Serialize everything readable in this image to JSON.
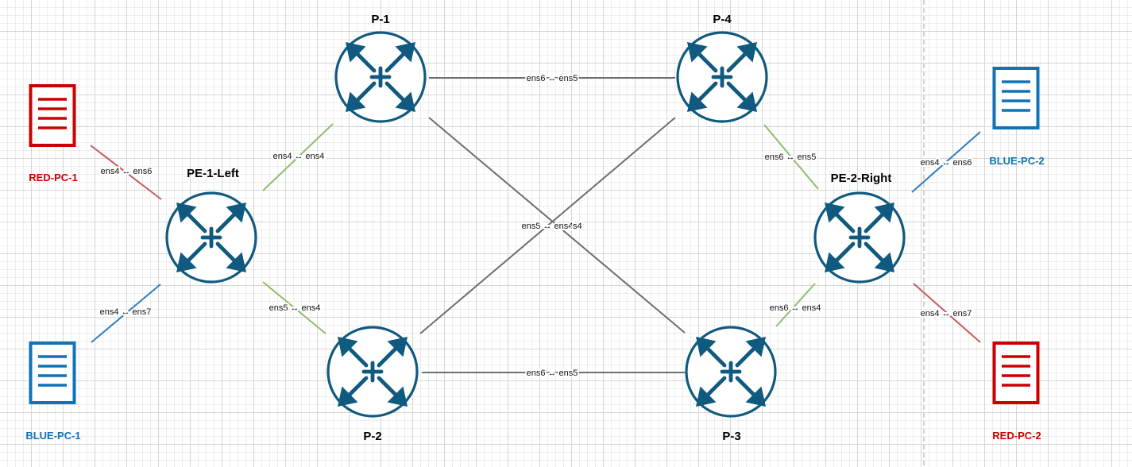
{
  "colors": {
    "router": "#10597F",
    "red": "#CC0000",
    "blue": "#0F73B8",
    "link_core": "#6E6E6E",
    "link_green": "#8DBE6B",
    "link_red": "#C85A5A",
    "link_blue": "#2C7DBE",
    "divider": "#BDBDBD"
  },
  "routers": {
    "p1": {
      "name": "P-1",
      "icon": "router-icon"
    },
    "p4": {
      "name": "P-4",
      "icon": "router-icon"
    },
    "pe1": {
      "name": "PE-1-Left",
      "icon": "router-icon"
    },
    "pe2": {
      "name": "PE-2-Right",
      "icon": "router-icon"
    },
    "p2": {
      "name": "P-2",
      "icon": "router-icon"
    },
    "p3": {
      "name": "P-3",
      "icon": "router-icon"
    }
  },
  "pcs": {
    "red1": {
      "name": "RED-PC-1",
      "icon": "document-icon"
    },
    "blue1": {
      "name": "BLUE-PC-1",
      "icon": "document-icon"
    },
    "blue2": {
      "name": "BLUE-PC-2",
      "icon": "document-icon"
    },
    "red2": {
      "name": "RED-PC-2",
      "icon": "document-icon"
    }
  },
  "links": {
    "p1_p4": "ens6 ↔ ens5",
    "p2_p3": "ens6 ↔ ens5",
    "pe1_p1": "ens4 ↔ ens4",
    "pe1_p2": "ens5 ↔ ens4",
    "red1_pe1": "ens4 ↔ ens6",
    "blue1_pe1": "ens4 ↔ ens7",
    "p4_pe2": "ens6 ↔ ens5",
    "p3_pe2": "ens6 ↔ ens4",
    "blue2_pe2": "ens4 ↔ ens6",
    "red2_pe2": "ens4 ↔ ens7",
    "cross": "ens5 ↔ ens4",
    "cross_tail": "s4"
  }
}
